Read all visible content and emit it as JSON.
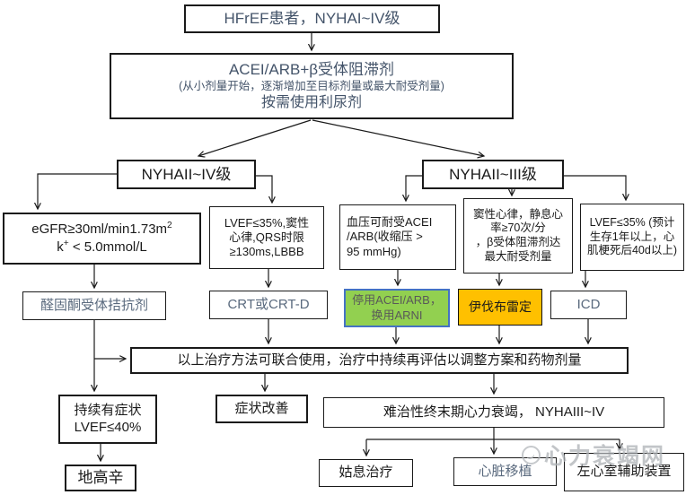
{
  "palette": {
    "box_border": "#1a1a1a",
    "steel_text": "#44546A",
    "muted_text": "#5a6a7e",
    "green_bg": "#92D050",
    "green_border": "#4472C4",
    "green_text": "#595959",
    "orange_bg": "#FFC000",
    "watermark_gray": "#aeb2b6"
  },
  "nodes": {
    "hfref": {
      "label": "HFrEF患者，NYHAI~IV级"
    },
    "initial_therapy": {
      "lines": [
        "ACEI/ARB+β受体阻滞剂",
        "(从小剂量开始，逐渐增加至目标剂量或最大耐受剂量)",
        "按需使用利尿剂"
      ]
    },
    "nyha_ii_iv": {
      "label": "NYHAII~IV级"
    },
    "nyha_ii_iii": {
      "label": "NYHAII~III级"
    },
    "egfr": {
      "line1_main": "eGFR≥30ml/min1.73m",
      "line1_sup": "2",
      "line2_pre": "k",
      "line2_sup": "+",
      "line2_post": " < 5.0mmol/L"
    },
    "crt_criteria": {
      "lines": [
        "LVEF≤35%,窦性",
        "心律,QRS时限",
        "≥130ms,LBBB"
      ]
    },
    "bp_criteria": {
      "lines": [
        "血压可耐受ACEI",
        "/ARB(收缩压 >",
        "95 mmHg)"
      ]
    },
    "sinus_criteria": {
      "lines": [
        "窦性心律，静息心",
        "率≥70次/分",
        "，β受体阻滞剂达",
        "最大耐受剂量"
      ]
    },
    "icd_criteria": {
      "lines": [
        "LVEF≤35% (预计",
        "生存1年以上，心",
        "肌梗死后40d以上)"
      ]
    },
    "mra": {
      "label": "醛固酮受体拮抗剂"
    },
    "crt": {
      "label": "CRT或CRT-D"
    },
    "arni": {
      "lines": [
        "停用ACEI/ARB，",
        "换用ARNI"
      ]
    },
    "ivabradine": {
      "label": "伊伐布雷定"
    },
    "icd": {
      "label": "ICD"
    },
    "combine": {
      "label": "以上治疗方法可联合使用，治疗中持续再评估以调整方案和药物剂量"
    },
    "persistent": {
      "lines": [
        "持续有症状",
        "LVEF≤40%"
      ]
    },
    "digoxin": {
      "label": "地高辛"
    },
    "improved": {
      "label": "症状改善"
    },
    "refractory": {
      "label": "难治性终末期心力衰竭， NYHAIII~IV"
    },
    "palliative": {
      "label": "姑息治疗"
    },
    "transplant": {
      "label": "心脏移植"
    },
    "lvad": {
      "label": "左心室辅助装置"
    }
  },
  "watermark": {
    "text": "心力衰竭网"
  }
}
